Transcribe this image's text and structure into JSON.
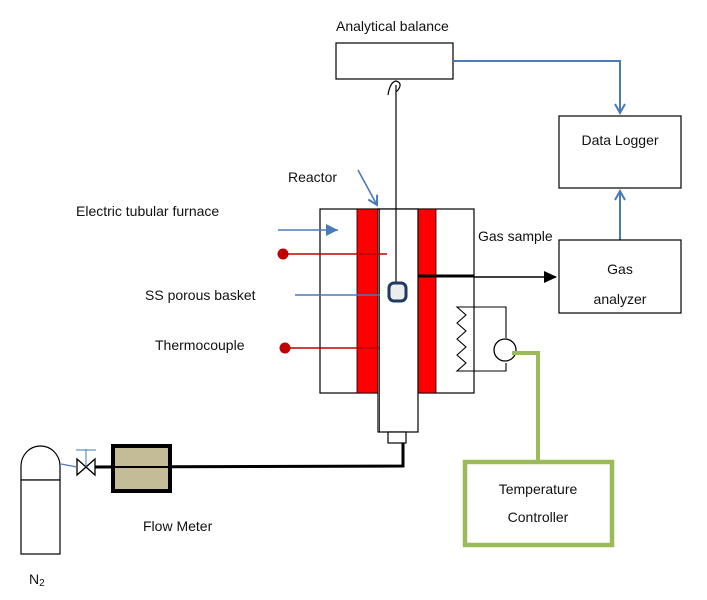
{
  "labels": {
    "balance": "Analytical balance",
    "reactor": "Reactor",
    "furnace": "Electric tubular furnace",
    "basket": "SS porous basket",
    "thermocouple": "Thermocouple",
    "gas_sample": "Gas sample",
    "data_logger": "Data Logger",
    "gas_analyzer_1": "Gas",
    "gas_analyzer_2": "analyzer",
    "temp_controller_1": "Temperature",
    "temp_controller_2": "Controller",
    "flow_meter": "Flow Meter",
    "n2_base": "N",
    "n2_sub": "2"
  },
  "colors": {
    "heater": "#ff0000",
    "signal": "#4a7ab8",
    "thermocouple": "#c00000",
    "controller": "#9bbb59",
    "flow_meter_fill": "#c4bc96"
  }
}
